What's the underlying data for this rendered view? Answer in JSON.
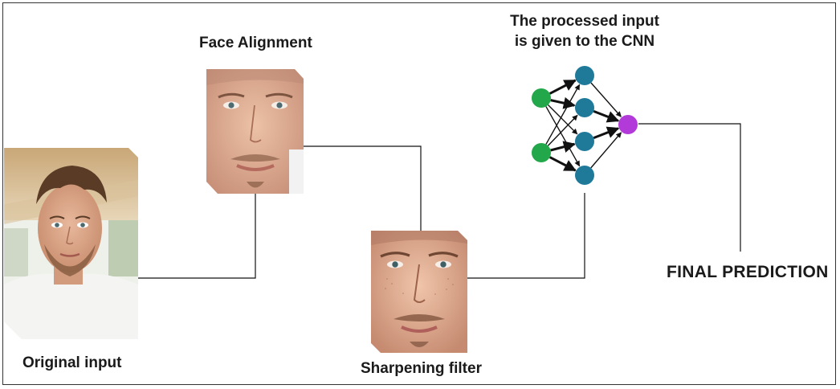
{
  "labels": {
    "original_input": "Original input",
    "face_alignment": "Face Alignment",
    "sharpening_filter": "Sharpening filter",
    "cnn_line1": "The processed input",
    "cnn_line2": "is given to the CNN",
    "final_prediction": "FINAL PREDICTION"
  },
  "colors": {
    "input_node": "#22a84a",
    "hidden_node": "#1f7a9a",
    "output_node": "#b23ad9",
    "connector": "#111111",
    "background": "#ffffff"
  },
  "network": {
    "input_nodes": 2,
    "hidden_nodes": 4,
    "output_nodes": 1
  },
  "photos": {
    "original": "person-photo",
    "aligned": "aligned-face-photo",
    "sharpened": "sharpened-face-photo"
  }
}
